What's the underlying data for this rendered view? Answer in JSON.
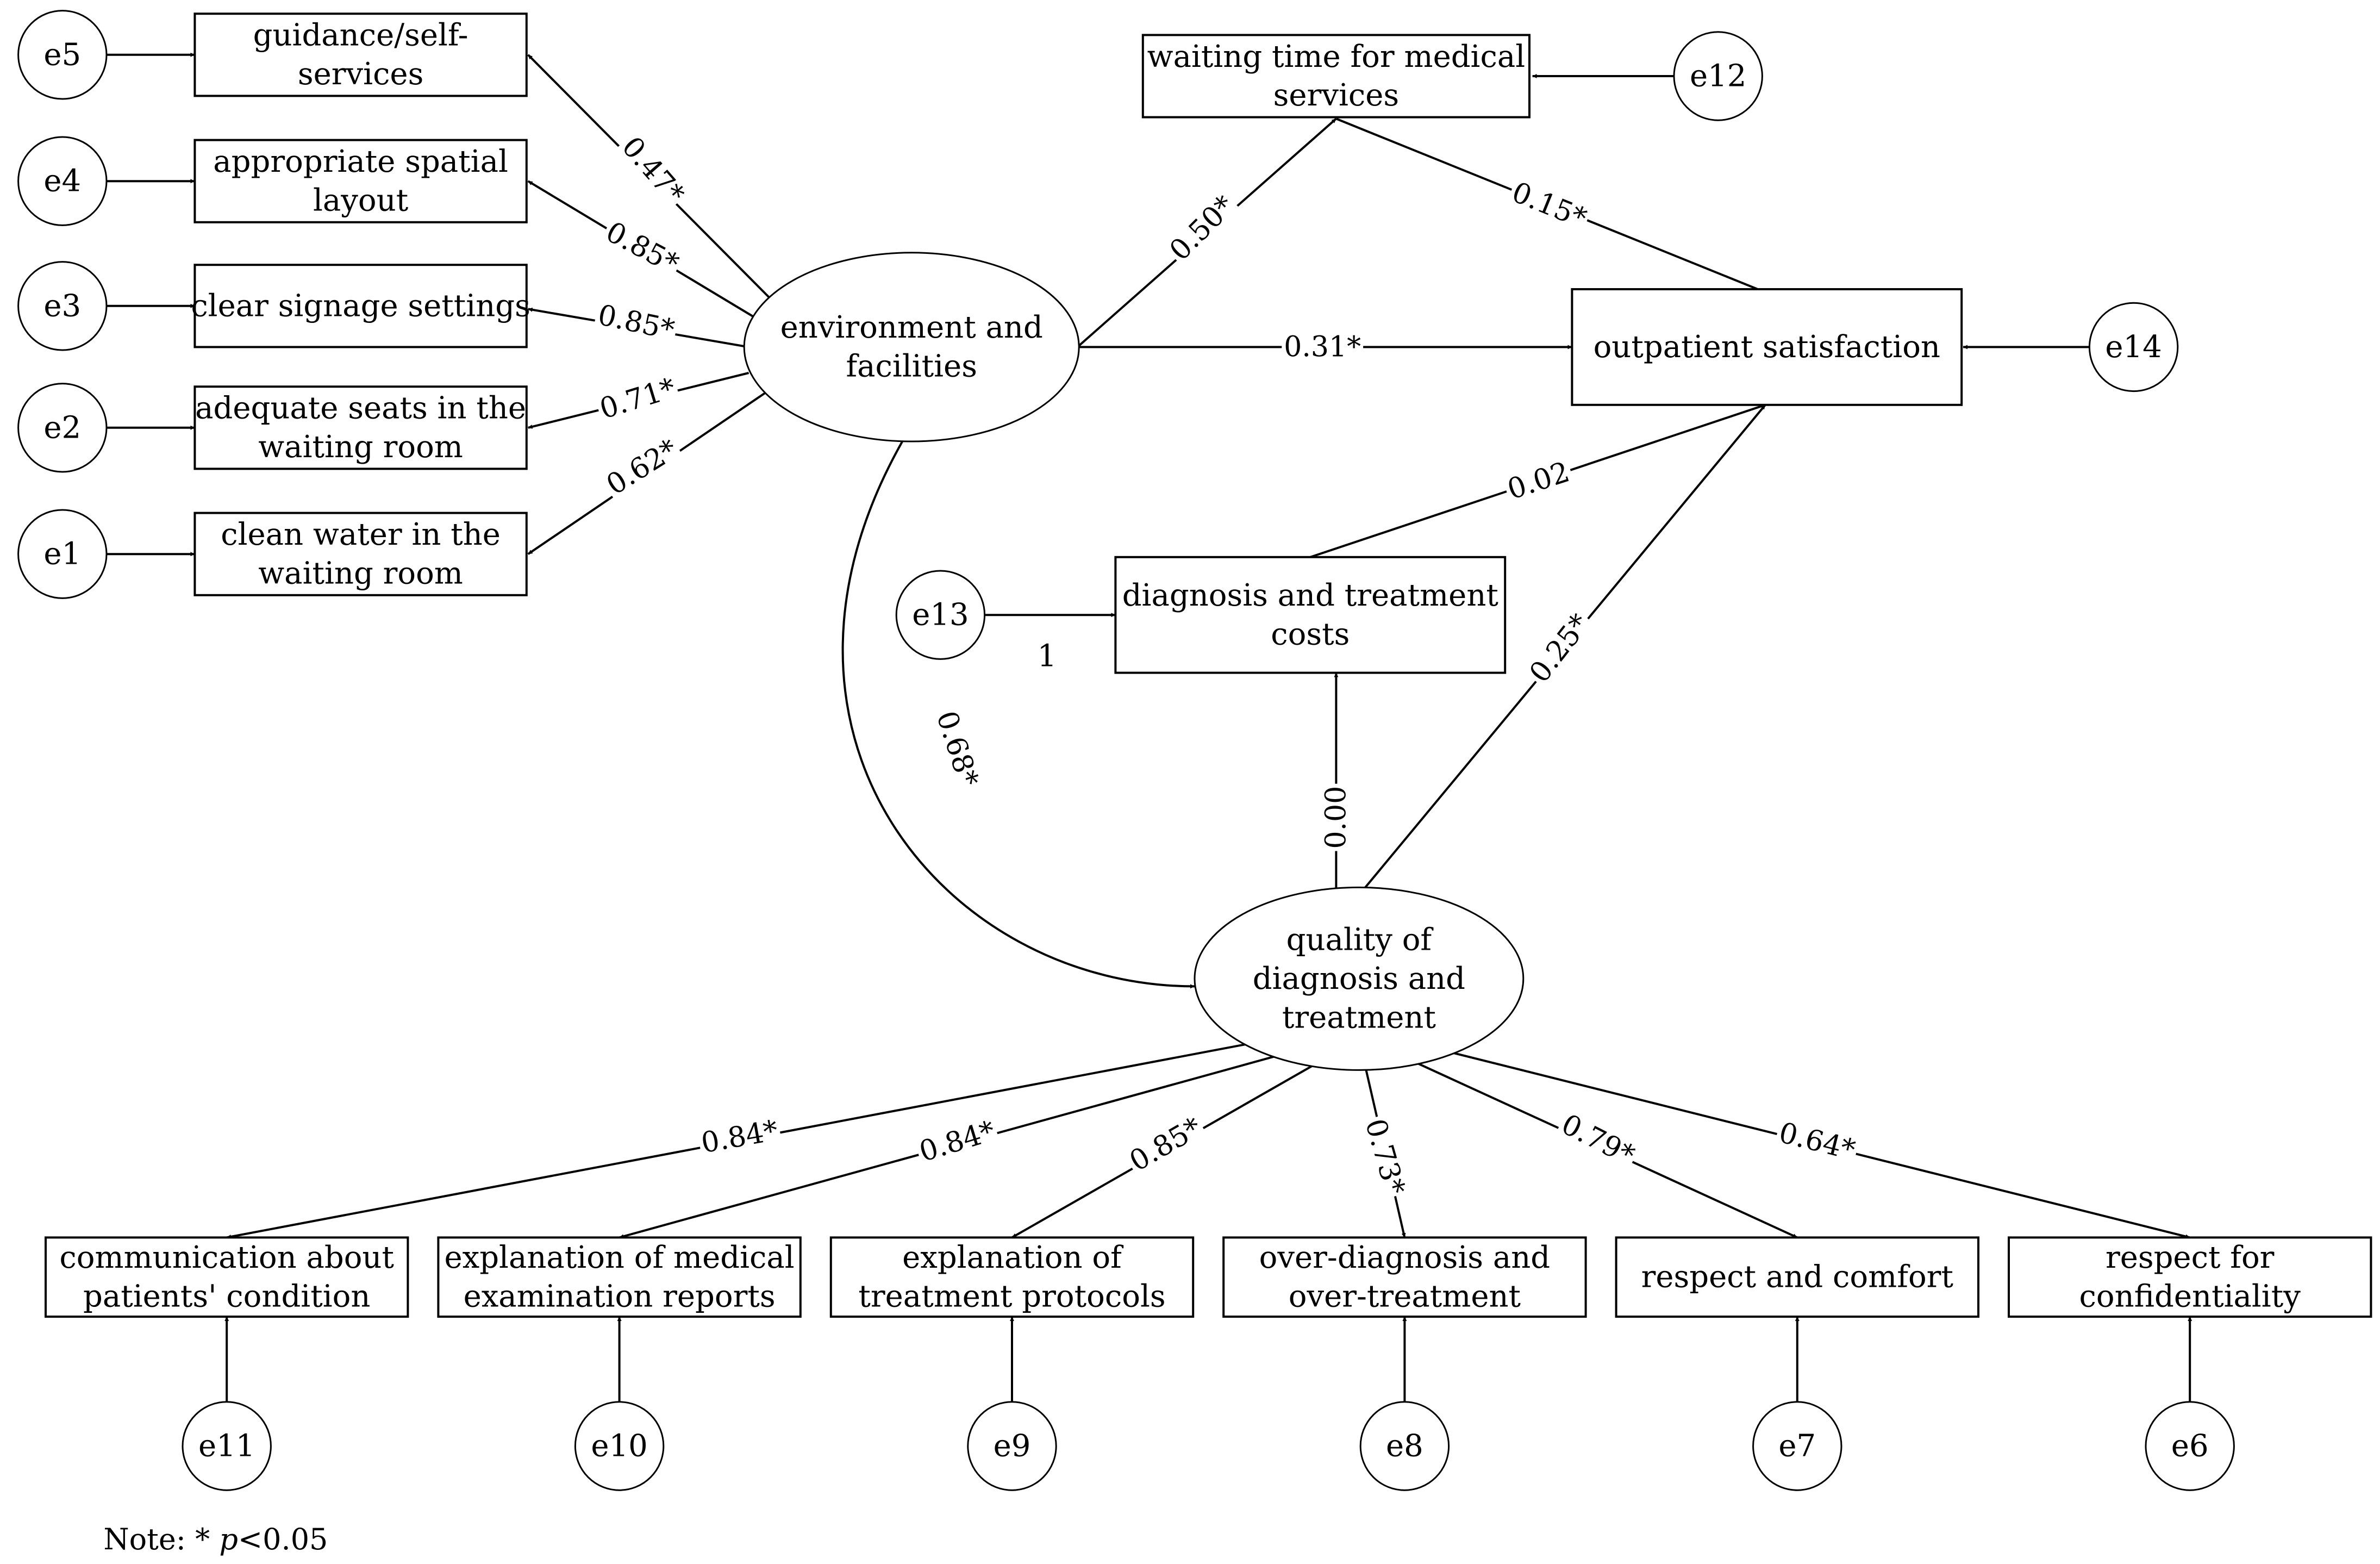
{
  "indicators_top": [
    {
      "id": "guidance",
      "lines": [
        "guidance/self-",
        "services"
      ],
      "error": "e5",
      "loading": "0.47*"
    },
    {
      "id": "spatial",
      "lines": [
        "appropriate spatial",
        "layout"
      ],
      "error": "e4",
      "loading": "0.85*"
    },
    {
      "id": "signage",
      "lines": [
        "clear signage settings"
      ],
      "error": "e3",
      "loading": "0.85*"
    },
    {
      "id": "seats",
      "lines": [
        "adequate seats in the",
        "waiting room"
      ],
      "error": "e2",
      "loading": "0.71*"
    },
    {
      "id": "water",
      "lines": [
        "clean water in the",
        "waiting room"
      ],
      "error": "e1",
      "loading": "0.62*"
    }
  ],
  "latent_env": {
    "lines": [
      "environment and",
      "facilities"
    ]
  },
  "latent_quality": {
    "lines": [
      "quality of",
      "diagnosis and",
      "treatment"
    ]
  },
  "waiting": {
    "lines": [
      "waiting time for medical",
      "services"
    ],
    "error": "e12"
  },
  "outcome": {
    "lines": [
      "outpatient satisfaction"
    ],
    "error": "e14"
  },
  "costs": {
    "lines": [
      "diagnosis and treatment",
      "costs"
    ],
    "error": "e13",
    "error_weight": "1"
  },
  "paths": {
    "env_to_waiting": "0.50*",
    "waiting_to_outcome": "0.15*",
    "env_to_outcome": "0.31*",
    "costs_to_outcome": "0.02",
    "quality_to_outcome": "0.25*",
    "quality_to_costs": "0.00",
    "env_quality_correlation": "0.68*"
  },
  "indicators_bottom": [
    {
      "id": "communication",
      "lines": [
        "communication about",
        "patients' condition"
      ],
      "error": "e11",
      "loading": "0.84*"
    },
    {
      "id": "reports",
      "lines": [
        "explanation of medical",
        "examination reports"
      ],
      "error": "e10",
      "loading": "0.84*"
    },
    {
      "id": "protocols",
      "lines": [
        "explanation of",
        "treatment protocols"
      ],
      "error": "e9",
      "loading": "0.85*"
    },
    {
      "id": "overdiagnosis",
      "lines": [
        "over-diagnosis and",
        "over-treatment"
      ],
      "error": "e8",
      "loading": "0.73*"
    },
    {
      "id": "respect",
      "lines": [
        "respect and comfort"
      ],
      "error": "e7",
      "loading": "0.79*"
    },
    {
      "id": "confidentiality",
      "lines": [
        "respect for",
        "confidentiality"
      ],
      "error": "e6",
      "loading": "0.64*"
    }
  ],
  "note": {
    "prefix": "Note: * ",
    "italic": "p",
    "suffix": "<0.05"
  }
}
